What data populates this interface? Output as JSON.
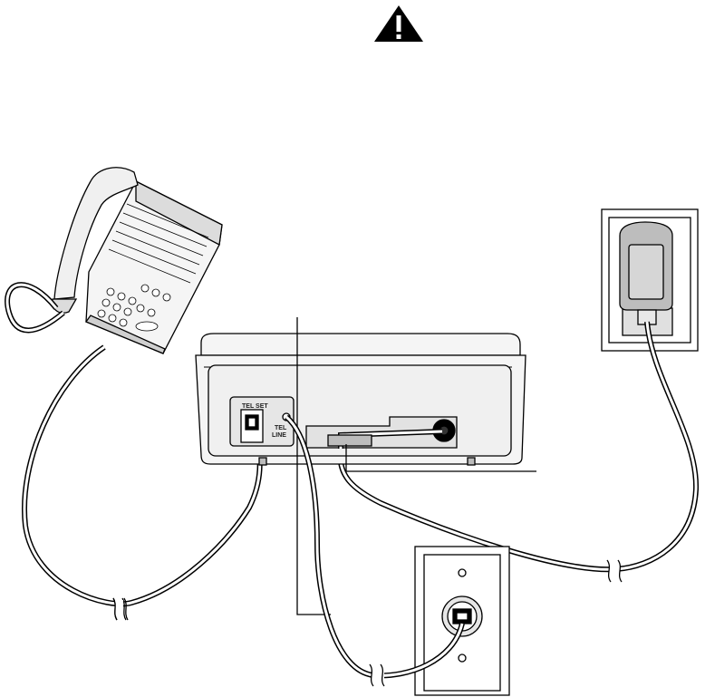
{
  "labels": {
    "tel_set": "TEL SET",
    "tel_line_1": "TEL",
    "tel_line_2": "LINE"
  },
  "icons": {
    "warning": "warning-triangle-icon"
  },
  "colors": {
    "stroke": "#000000",
    "device_fill": "#f2f2f2",
    "device_shade": "#d9d9d9",
    "adapter_fill": "#bdbdbd",
    "background": "#ffffff"
  }
}
